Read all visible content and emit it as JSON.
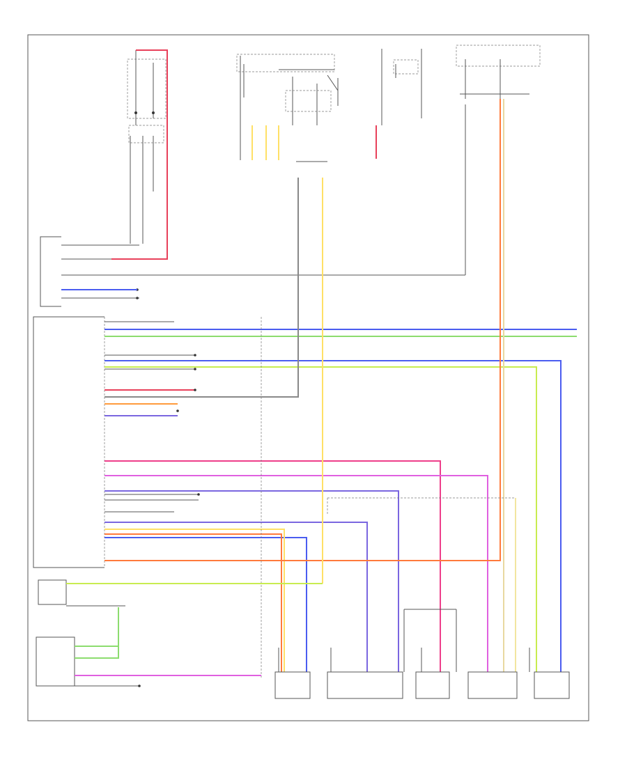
{
  "diagram": {
    "footer_code": "",
    "colors": {
      "red": "#e8405a",
      "pink": "#ee3d8a",
      "magenta": "#e060e0",
      "orange": "#ff7a3c",
      "yellow": "#ffe066",
      "light_yellow": "#f2e6a0",
      "tan": "#e8d8a0",
      "blue": "#4a5cf0",
      "violet": "#7a66e0",
      "green": "#8cdc6e",
      "lime": "#c8ec50",
      "gray": "#888888",
      "dark": "#555555"
    },
    "colored_wires": [
      {
        "name": "wire-red-power",
        "color": "red"
      },
      {
        "name": "wire-blue-can-hi",
        "color": "blue"
      },
      {
        "name": "wire-green-can-lo",
        "color": "green"
      },
      {
        "name": "wire-blue-sensor",
        "color": "blue"
      },
      {
        "name": "wire-lime-sensor",
        "color": "lime"
      },
      {
        "name": "wire-gray-ign",
        "color": "gray"
      },
      {
        "name": "wire-violet-switch",
        "color": "violet"
      },
      {
        "name": "wire-pink-tmp",
        "color": "pink"
      },
      {
        "name": "wire-magenta-tmp",
        "color": "magenta"
      },
      {
        "name": "wire-violet-return",
        "color": "violet"
      },
      {
        "name": "wire-blue-return",
        "color": "blue"
      },
      {
        "name": "wire-yellow-signal",
        "color": "yellow"
      },
      {
        "name": "wire-orange-signal",
        "color": "orange"
      },
      {
        "name": "wire-orange-ref",
        "color": "orange"
      },
      {
        "name": "wire-yellow-feed",
        "color": "yellow"
      },
      {
        "name": "wire-tan-feed",
        "color": "tan"
      },
      {
        "name": "wire-lime-pedal",
        "color": "lime"
      },
      {
        "name": "wire-green-pedal",
        "color": "green"
      },
      {
        "name": "wire-magenta-pedal",
        "color": "magenta"
      }
    ]
  }
}
